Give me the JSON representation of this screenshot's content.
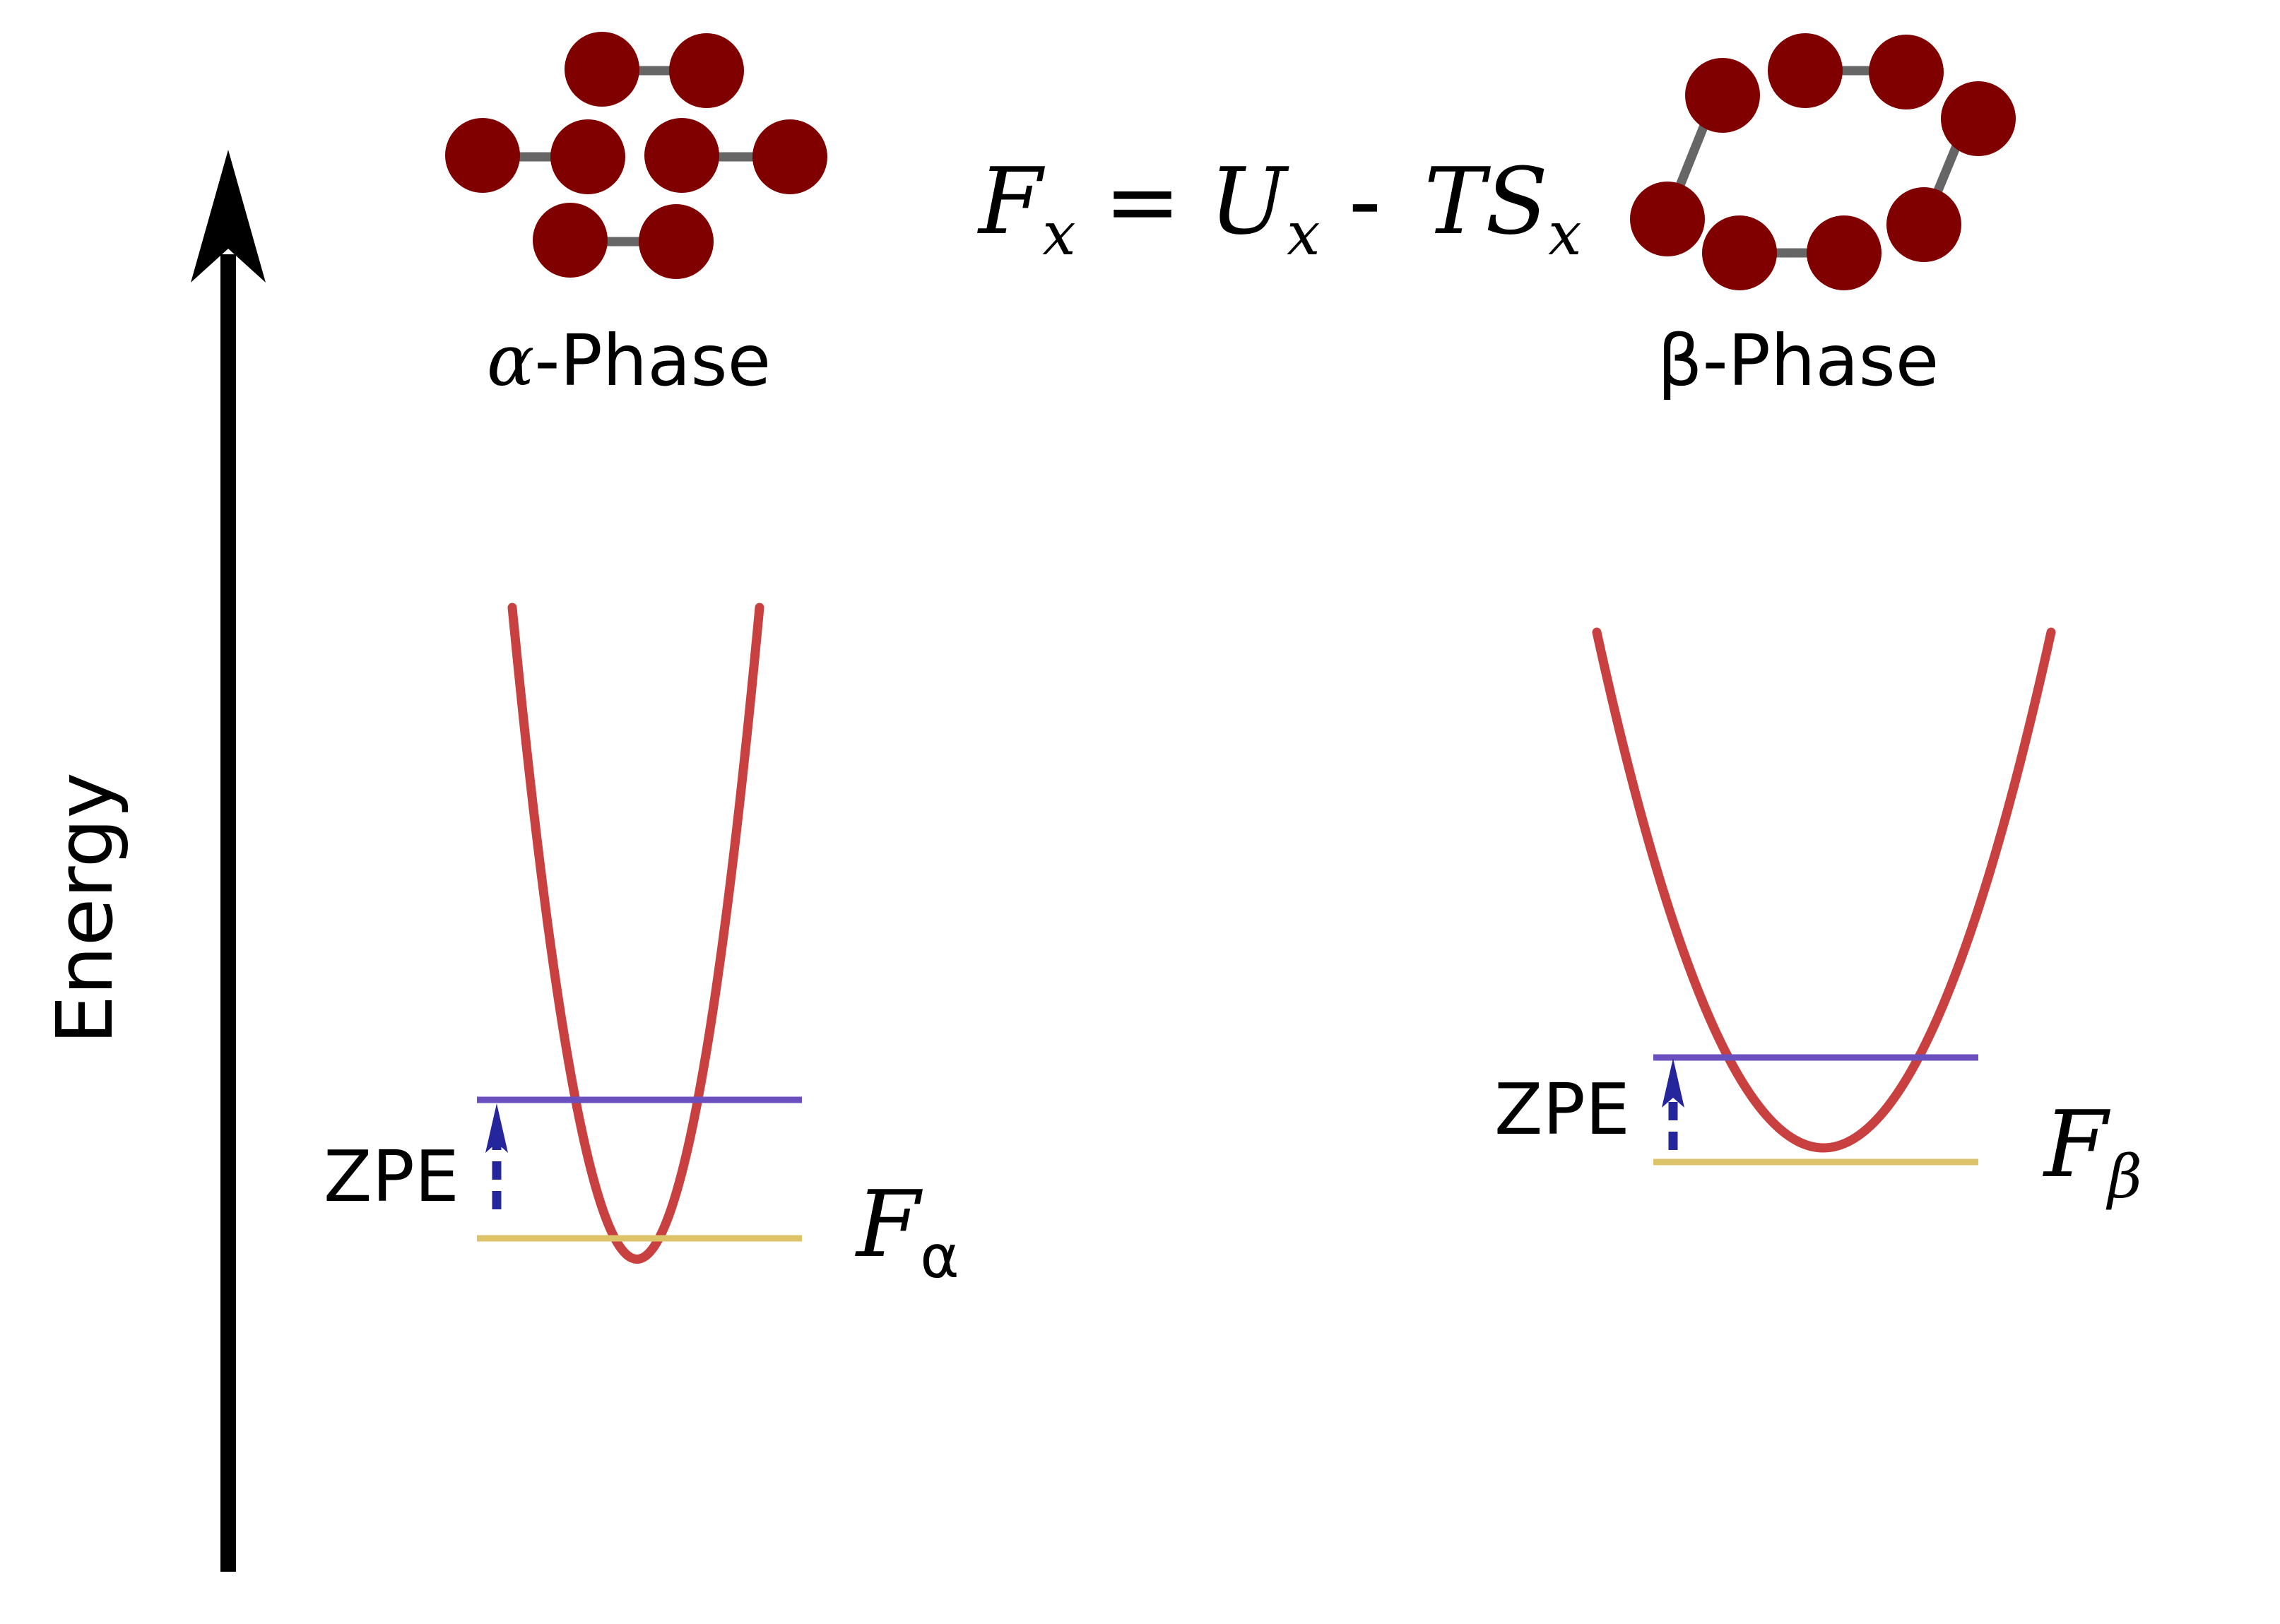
{
  "axis": {
    "label": "Energy"
  },
  "equation": {
    "F": "F",
    "sub_x1": "x",
    "equals": "=",
    "U": "U",
    "sub_x2": "x",
    "minus": "-",
    "TS": "TS",
    "sub_x3": "x"
  },
  "alpha": {
    "label_greek": "α",
    "label_text": "-Phase",
    "zpe_label": "ZPE",
    "f_main": "F",
    "f_sub": "α"
  },
  "beta": {
    "label": "β-Phase",
    "zpe_label": "ZPE",
    "f_main": "F",
    "f_sub": "β"
  },
  "colors": {
    "atom": "#800000",
    "bond": "#666666",
    "curve": "#c94040",
    "zpe_line": "#6a4fbf",
    "ground_line": "#dcc36a",
    "zpe_arrow": "#26269c",
    "axis": "#000000"
  }
}
